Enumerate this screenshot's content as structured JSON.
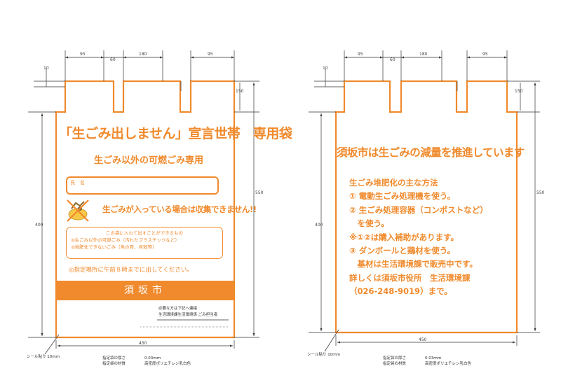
{
  "colors": {
    "accent": "#f08a2c",
    "dim_line": "#333333"
  },
  "front": {
    "dims": {
      "a": "95",
      "b": "60",
      "c": "180",
      "d": "95",
      "tab": "10",
      "handle": "150",
      "height": "400",
      "total_height": "550",
      "width": "450"
    },
    "title": "「生ごみ出しません」宣言世帯　専用袋",
    "subtitle": "生ごみ以外の可燃ごみ専用",
    "name_label": "氏　名",
    "warning": "生ごみが入っている場合は収集できません!!",
    "warning_icon": "crossed-out-garbage-icon",
    "notes": [
      "この袋に入れて出すことができるもの",
      "◎生ごみ以外の可燃ごみ（汚れたプラスチックなど）",
      "◎堆肥化できないごみ（魚の骨、貝殻等）"
    ],
    "notice": "◎指定場所に午前８時までに出してください。",
    "city": "須坂市",
    "distributor": [
      "必要な方は下記へ連絡",
      "生活環境課生活環境係 ごみ担当者"
    ],
    "corner_label": "シール貼り 10ｍｍ",
    "specs": {
      "label1": "指定袋の厚さ",
      "value1": "0.03ｍｍ",
      "label2": "指定袋の材質",
      "value2": "高密度ポリエチレン乳白色"
    }
  },
  "back": {
    "dims": {
      "a": "95",
      "b": "60",
      "c": "180",
      "d": "95",
      "tab": "10",
      "handle": "150",
      "height": "400",
      "total_height": "550",
      "width": "450"
    },
    "title": "須坂市は生ごみの減量を推進しています",
    "lines": [
      "生ごみ堆肥化の主な方法",
      "① 電動生ごみ処理機を使う。",
      "② 生ごみ処理容器（コンポストなど）",
      "　を使う。",
      "※①②は購入補助があります。",
      "③ ダンボールと鶏材を使う。",
      "　基材は生活環境課で販売中です。",
      "詳しくは須坂市役所　生活環境課",
      "（026-248-9019）まで。"
    ],
    "corner_label": "シール貼り 10ｍｍ",
    "specs": {
      "label1": "指定袋の厚さ",
      "value1": "0.03ｍｍ",
      "label2": "指定袋の材質",
      "value2": "高密度ポリエチレン乳白色"
    }
  }
}
